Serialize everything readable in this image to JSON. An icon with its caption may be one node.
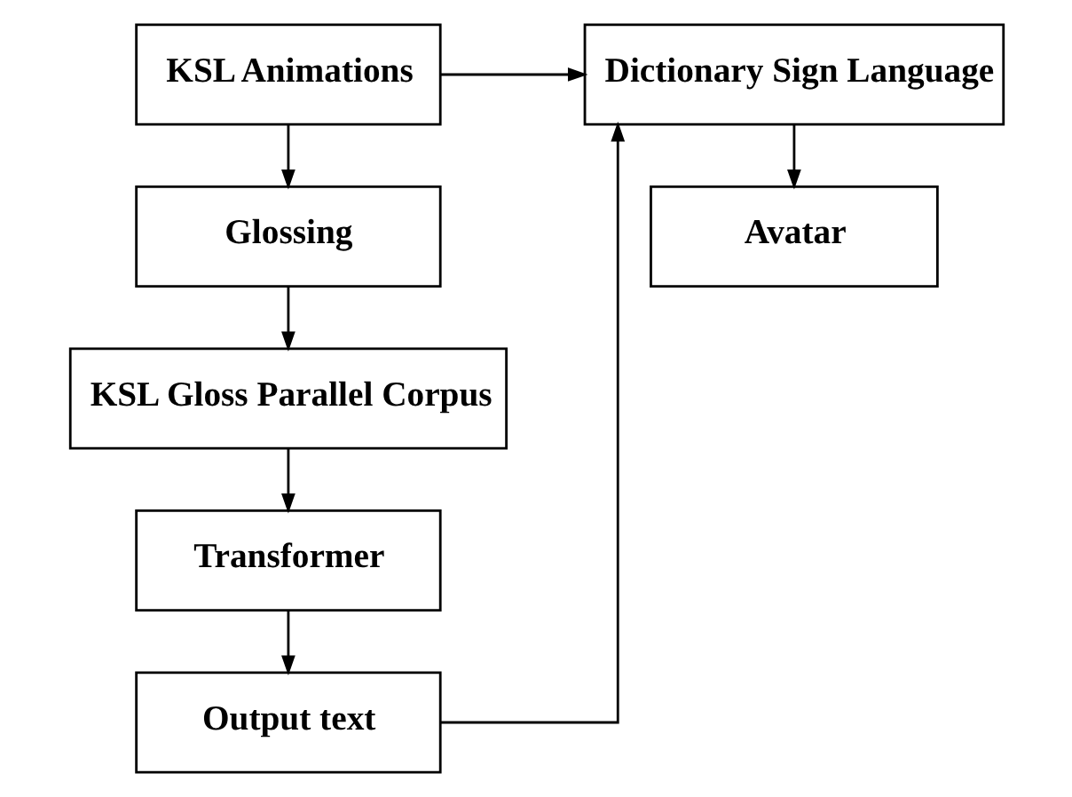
{
  "diagram": {
    "nodes": [
      {
        "text": [
          "KSL Animations"
        ]
      },
      {
        "text": [
          "Dictionary Sign Language"
        ]
      },
      {
        "text": [
          "Glossing"
        ]
      },
      {
        "text": [
          "KSL Gloss Parallel Corpus"
        ]
      },
      {
        "text": [
          "Avatar"
        ]
      },
      {
        "text": [
          "Transformer"
        ]
      },
      {
        "text": [
          "Output text"
        ]
      }
    ],
    "edges": [
      {
        "from": 0,
        "to": 1,
        "arrow": "to"
      },
      {
        "from": 0,
        "to": 2,
        "arrow": "to"
      },
      {
        "from": 2,
        "to": 3,
        "arrow": "to"
      },
      {
        "from": 3,
        "to": 5,
        "arrow": "to"
      },
      {
        "from": 5,
        "to": 6,
        "arrow": "to"
      },
      {
        "from": 6,
        "to": 1,
        "arrow": "to"
      },
      {
        "from": 1,
        "to": 4,
        "arrow": "to"
      }
    ]
  }
}
